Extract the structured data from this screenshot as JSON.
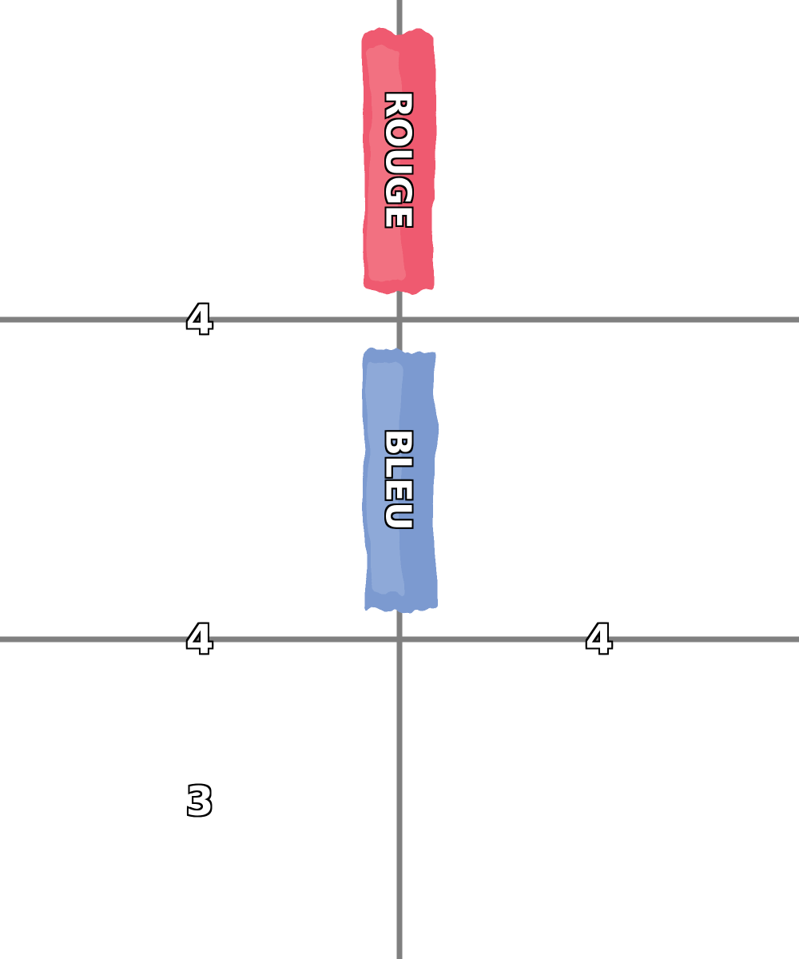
{
  "colors": {
    "grid_line": "#808080",
    "rouge": "#ef5a6f",
    "rouge_light": "#f4858f",
    "bleu": "#7b9ad0",
    "bleu_light": "#9fb6de",
    "clue_fill": "#ffffff",
    "clue_outline": "#000000"
  },
  "segments": [
    {
      "id": "rouge",
      "label": "ROUGE",
      "color_name": "red"
    },
    {
      "id": "bleu",
      "label": "BLEU",
      "color_name": "blue"
    }
  ],
  "clues": [
    {
      "value": "4"
    },
    {
      "value": "4"
    },
    {
      "value": "4"
    },
    {
      "value": "3"
    }
  ]
}
